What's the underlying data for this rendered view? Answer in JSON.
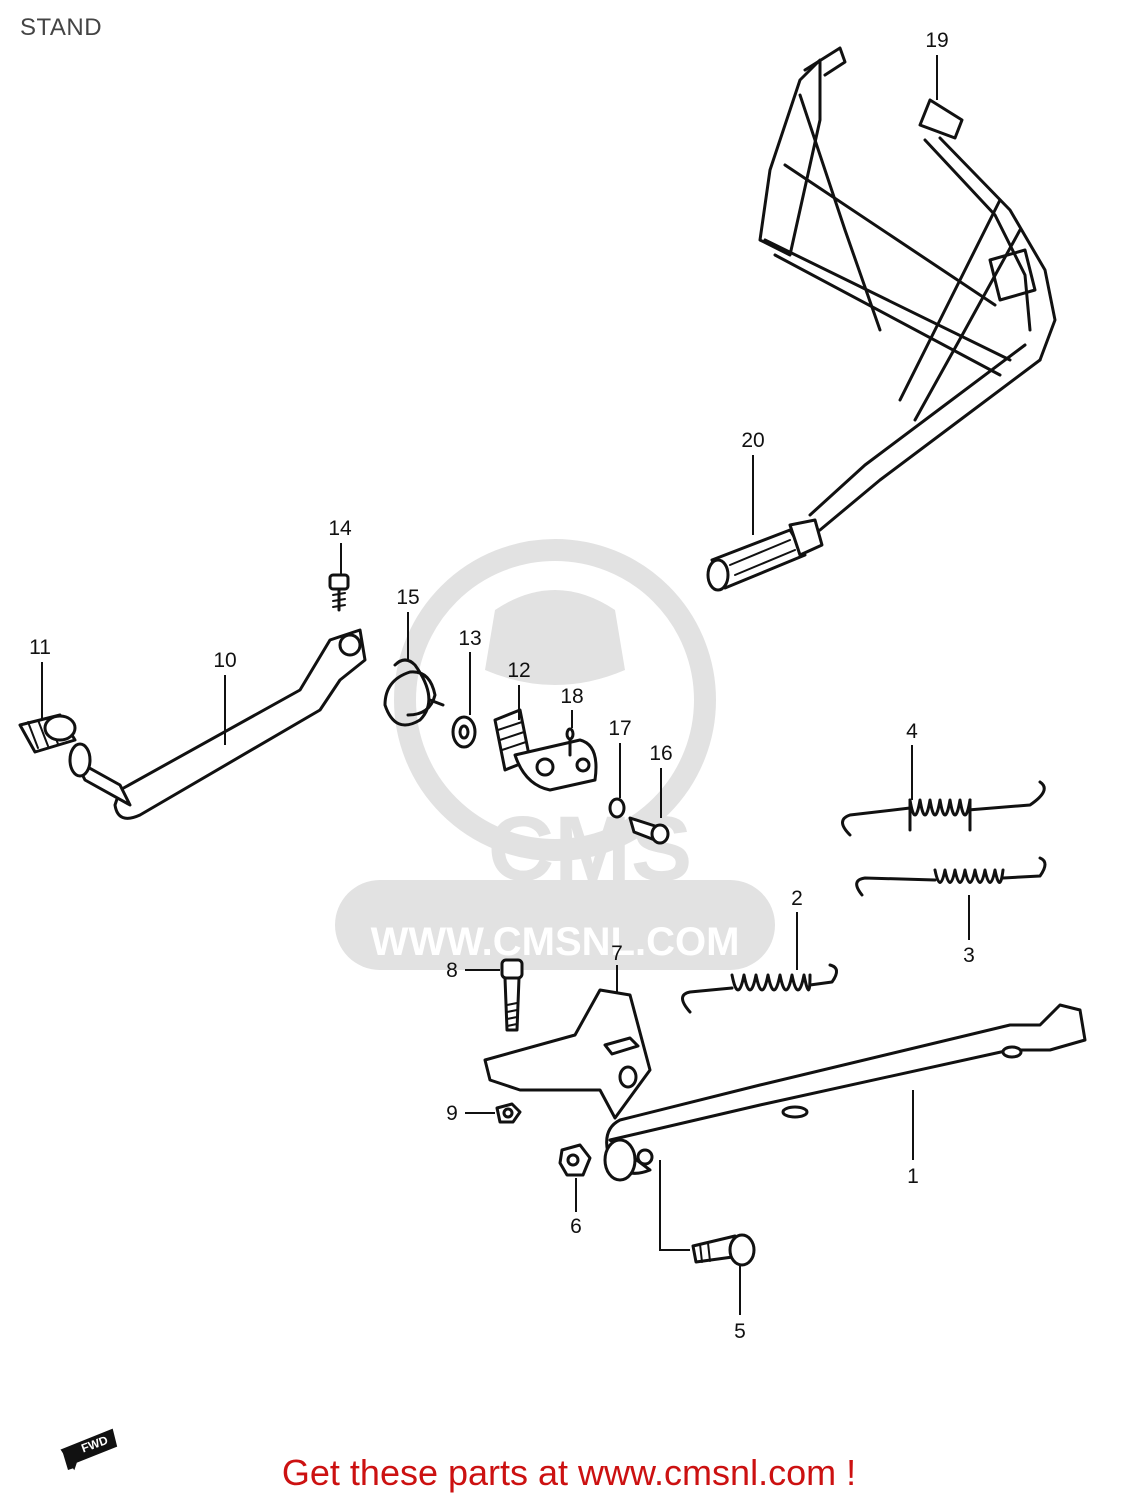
{
  "page": {
    "title": "STAND",
    "footer_text": "Get these parts at www.cmsnl.com !"
  },
  "watermark": {
    "brand": "CMS",
    "url": "WWW.CMSNL.COM"
  },
  "fwd_arrow_label": "FWD",
  "callouts": [
    "1",
    "2",
    "3",
    "4",
    "5",
    "6",
    "7",
    "8",
    "9",
    "10",
    "11",
    "12",
    "13",
    "14",
    "15",
    "16",
    "17",
    "18",
    "19",
    "20"
  ],
  "colors": {
    "line": "#111111",
    "watermark": "#e2e2e2",
    "footer": "#cc1111",
    "title": "#444444"
  }
}
